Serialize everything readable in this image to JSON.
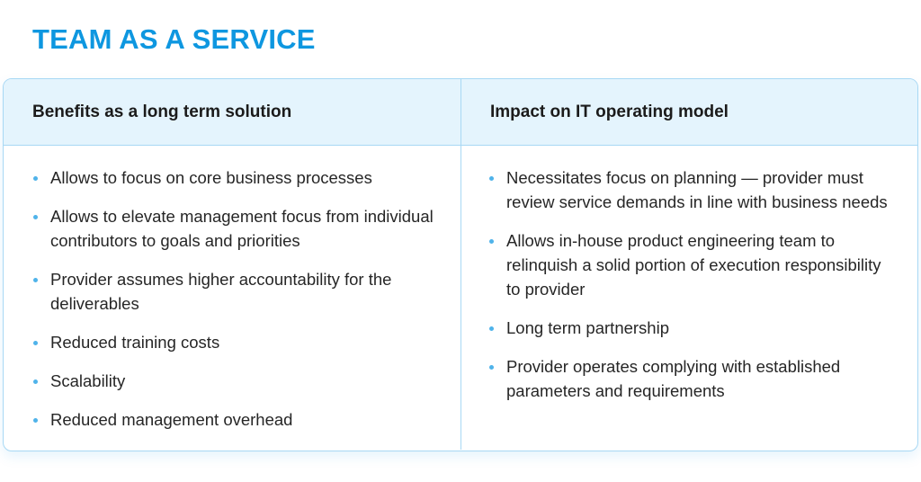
{
  "title": "TEAM AS A SERVICE",
  "colors": {
    "accent": "#0e97e0",
    "header_bg": "#e4f4fd",
    "border": "#a8d8f4",
    "bullet": "#4fb3ea"
  },
  "columns": [
    {
      "header": "Benefits as a long term solution",
      "items": [
        "Allows to focus on core business processes",
        "Allows to elevate management focus from individual contributors to goals and priorities",
        "Provider assumes higher accountability for the deliverables",
        "Reduced training costs",
        "Scalability",
        "Reduced management overhead"
      ]
    },
    {
      "header": "Impact on IT operating model",
      "items": [
        "Necessitates focus on planning — provider must review service demands in line with business needs",
        "Allows in-house product engineering team to relinquish a solid portion of execution responsibility to provider",
        "Long term partnership",
        "Provider operates complying with established parameters and requirements"
      ]
    }
  ]
}
